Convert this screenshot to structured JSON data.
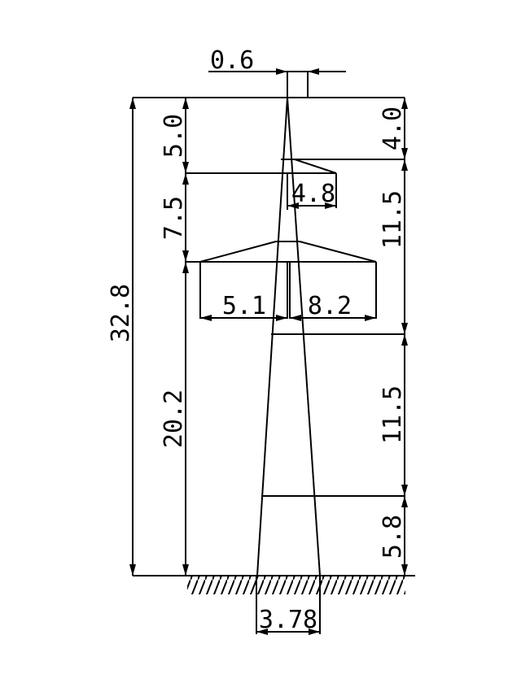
{
  "diagram": {
    "title": "Transmission tower dimensions",
    "dimensions": {
      "top_width": "0.6",
      "total_height": "32.8",
      "top_to_upper_arm": "5.0",
      "upper_to_lower_arm": "7.5",
      "lower_arm_height": "20.2",
      "top_to_right_arm": "4.0",
      "right_segment_1": "11.5",
      "right_segment_2": "11.5",
      "bottom_segment": "5.8",
      "upper_arm_length": "4.8",
      "lower_arm_left": "5.1",
      "lower_arm_right": "8.2",
      "base_width": "3.78"
    },
    "colors": {
      "line": "#000000",
      "background": "#ffffff"
    }
  }
}
